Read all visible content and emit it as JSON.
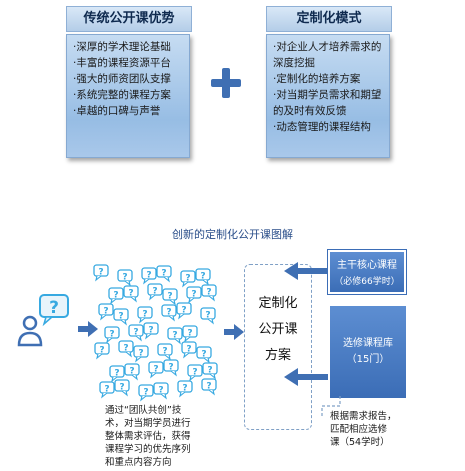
{
  "traditional": {
    "title": "传统公开课优势",
    "items": [
      "·深厚的学术理论基础",
      "·丰富的课程资源平台",
      "·强大的师资团队支撑",
      "·系统完整的课程方案",
      "·卓越的口碑与声誉"
    ]
  },
  "custom": {
    "title": "定制化模式",
    "items": [
      "·对企业人才培养需求的",
      "深度挖掘",
      "·定制化的培养方案",
      "·对当期学员需求和期望",
      "的及时有效反馈",
      "·动态管理的课程结构"
    ]
  },
  "diagram": {
    "title": "创新的定制化公开课图解",
    "plan_lines": [
      "定制化",
      "公开课",
      "方案"
    ],
    "core_course_lines": [
      "主干核心课程",
      "（必修66学时）"
    ],
    "elective_lines": [
      "选修课程库",
      "（15门）"
    ],
    "method_lines": [
      "通过“团队共创”技",
      "术，对当期学员进行",
      "整体需求评估，获得",
      "课程学习的优先序列",
      "和重点内容方向"
    ],
    "match_lines": [
      "根据需求报告，",
      "匹配相应选修",
      "课（54学时）"
    ]
  },
  "colors": {
    "accent_blue": "#3f6fb3",
    "bubble_blue": "#37a9e1",
    "card_blue": "#a9c8ea"
  },
  "icons": [
    "thinking-person-icon",
    "question-bubble-icon",
    "arrow-right-icon",
    "arrow-left-icon",
    "plus-icon"
  ]
}
